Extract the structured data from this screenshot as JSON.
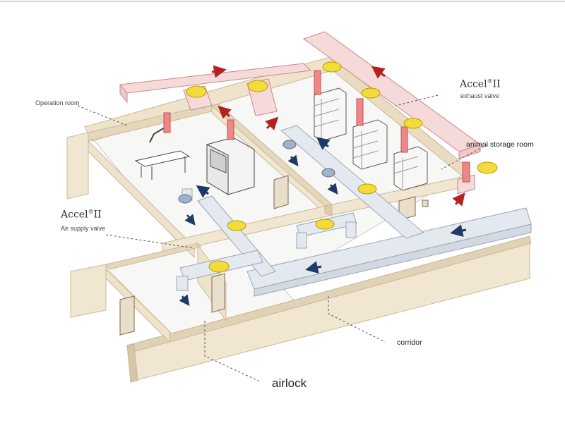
{
  "labels": {
    "operation_room": "Operation room",
    "accel_brand_top": "Accel",
    "accel_sup_top": "®",
    "accel_suffix_top": "II",
    "exhaust_valve": "exhaust valve",
    "animal_storage_room": "animal storage room",
    "accel_brand_left": "Accel",
    "accel_sup_left": "®",
    "accel_suffix_left": "II",
    "air_supply_valve": "Air supply valve",
    "corridor": "corridor",
    "airlock": "airlock"
  },
  "colors": {
    "wall": "#f1e6d0",
    "wall_dark": "#d9ccb1",
    "floor": "#f7f7f5",
    "exhaust_duct": "#f6d9d9",
    "exhaust_edge": "#c98a8a",
    "supply_duct": "#e4e9f0",
    "supply_edge": "#9aa6b8",
    "valve": "#f2dc3c",
    "exhaust_arrow": "#b22222",
    "supply_arrow": "#1f3a66"
  },
  "icons": [
    "exhaust-arrow-icon",
    "supply-arrow-icon",
    "valve-icon",
    "door-icon",
    "cage-rack-icon"
  ]
}
